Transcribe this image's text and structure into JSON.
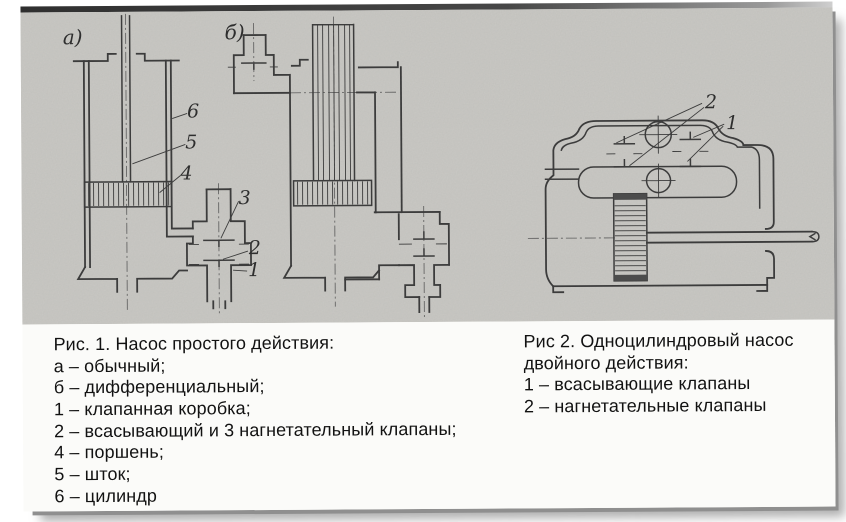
{
  "figure1": {
    "diagram_a_label": "а)",
    "diagram_b_label": "б)",
    "callouts": {
      "n1": "1",
      "n2": "2",
      "n3": "3",
      "n4": "4",
      "n5": "5",
      "n6": "6"
    }
  },
  "figure2": {
    "callouts": {
      "n1": "1",
      "n2": "2"
    }
  },
  "caption1": {
    "lines": [
      "Рис. 1. Насос простого действия:",
      "а – обычный;",
      "б – дифференциальный;",
      "1 – клапанная коробка;",
      "2 – всасывающий и 3 нагнетательный клапаны;",
      "4 – поршень;",
      "5 – шток;",
      "6 – цилиндр"
    ]
  },
  "caption2": {
    "lines": [
      "Рис 2. Одноцилиндровый насос",
      "двойного действия:",
      "1 – всасывающие клапаны",
      "2 – нагнетательные клапаны"
    ]
  },
  "colors": {
    "paper": "#cac9c5",
    "ink": "#3c3c3c",
    "caption_background": "#fbfbf9",
    "caption_text": "#121212",
    "shadow": "#8f8f8f"
  }
}
